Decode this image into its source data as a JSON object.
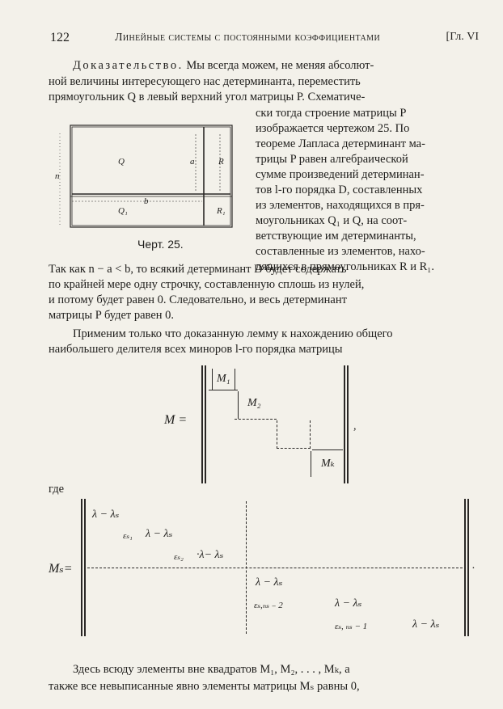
{
  "header": {
    "page_number": "122",
    "running_title": "Линейные системы с постоянными коэффициентами",
    "chapter": "[Гл. VI"
  },
  "proof": {
    "lead": "Доказательство.",
    "lines_full": [
      "Мы всегда можем, не меняя абсолют-",
      "ной величины интересующего нас детерминанта, переместить",
      "прямоугольник Q в левый верхний угол матрицы P. Схематиче-"
    ],
    "lines_right": [
      "ски тогда строение матрицы P",
      "изображается чертежом 25. По",
      "теореме Лапласа детерминант ма-",
      "трицы P равен алгебраической",
      "сумме произведений детерминан-",
      "тов l-го порядка D, составленных",
      "из элементов, находящихся в пря-",
      "моугольниках Q₁ и Q, на соот-",
      "ветствующие им детерминанты,",
      "составленные из элементов, нахо-",
      "дящихся в прямоугольниках R и R₁."
    ],
    "lines_after": [
      "Так как n − a < b, то всякий детерминант D будет содержать",
      "по крайней мере одну строчку, составленную сплошь из нулей,",
      "и потому будет равен 0. Следовательно, и весь детерминант",
      "матрицы P будет равен 0."
    ]
  },
  "figure": {
    "caption": "Черт. 25.",
    "labels": {
      "Q": "Q",
      "a": "a",
      "R": "R",
      "n": "n",
      "b": "b",
      "Q1": "Q₁",
      "R1": "R₁"
    }
  },
  "apply": {
    "lines": [
      "Применим только что доказанную лемму к нахождению общего",
      "наибольшего делителя всех миноров l-го порядка матрицы"
    ]
  },
  "matrix_M": {
    "lhs": "M =",
    "blocks": [
      "M₁",
      "M₂",
      "Mₖ"
    ],
    "trailing": ","
  },
  "where": "где",
  "matrix_Ms": {
    "lhs": "Mₛ=",
    "entries": [
      "λ − λₛ",
      "εₛ₁",
      "λ − λₛ",
      "εₛ₂",
      "·λ− λₛ",
      "λ − λₛ",
      "εₛ,ₙₛ ₋ 2",
      "λ − λₛ",
      "εₛ, ₙₛ − 1",
      "λ − λₛ"
    ],
    "trailing": "."
  },
  "footer_text": [
    "Здесь всюду элементы вне квадратов M₁, M₂, . . . , Mₖ, а",
    "также все невыписанные явно элементы матрицы Mₛ равны 0,"
  ]
}
